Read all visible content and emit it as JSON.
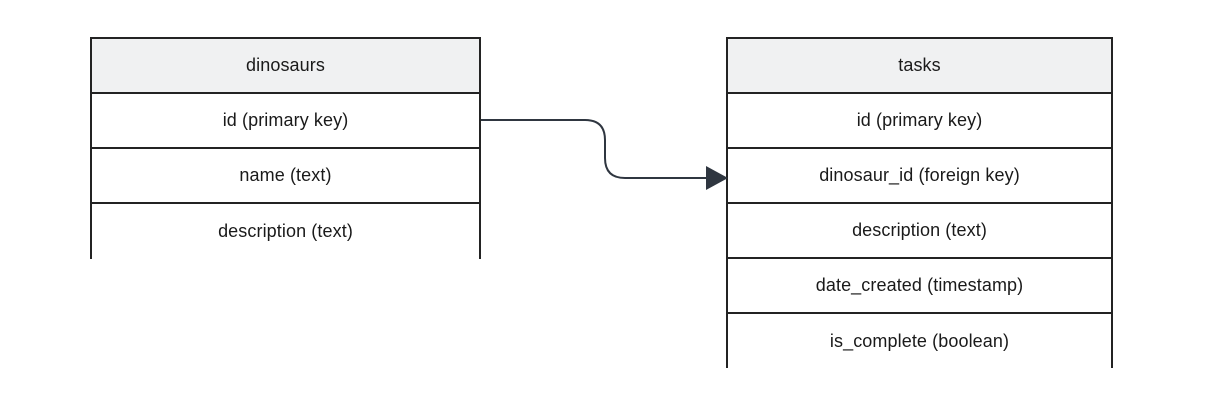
{
  "diagram": {
    "type": "entity-relationship-diagram",
    "background_color": "#ffffff",
    "border_color": "#232323",
    "header_fill_color": "#f0f1f2",
    "text_color": "#1a1a1a",
    "connector_color": "#2f3640"
  },
  "tables": [
    {
      "name": "dinosaurs",
      "title": "dinosaurs",
      "fields": [
        {
          "label": "id (primary key)"
        },
        {
          "label": "name (text)"
        },
        {
          "label": "description (text)"
        }
      ]
    },
    {
      "name": "tasks",
      "title": "tasks",
      "fields": [
        {
          "label": "id (primary key)"
        },
        {
          "label": "dinosaur_id (foreign key)"
        },
        {
          "label": "description (text)"
        },
        {
          "label": "date_created (timestamp)"
        },
        {
          "label": "is_complete (boolean)"
        }
      ]
    }
  ],
  "relationship": {
    "name": "dinosaurs-id-to-tasks-dinosaur-id",
    "from_table": "dinosaurs",
    "from_field": "id (primary key)",
    "to_table": "tasks",
    "to_field": "dinosaur_id (foreign key)",
    "arrow_direction": "right",
    "line_style": "orthogonal-rounded"
  }
}
